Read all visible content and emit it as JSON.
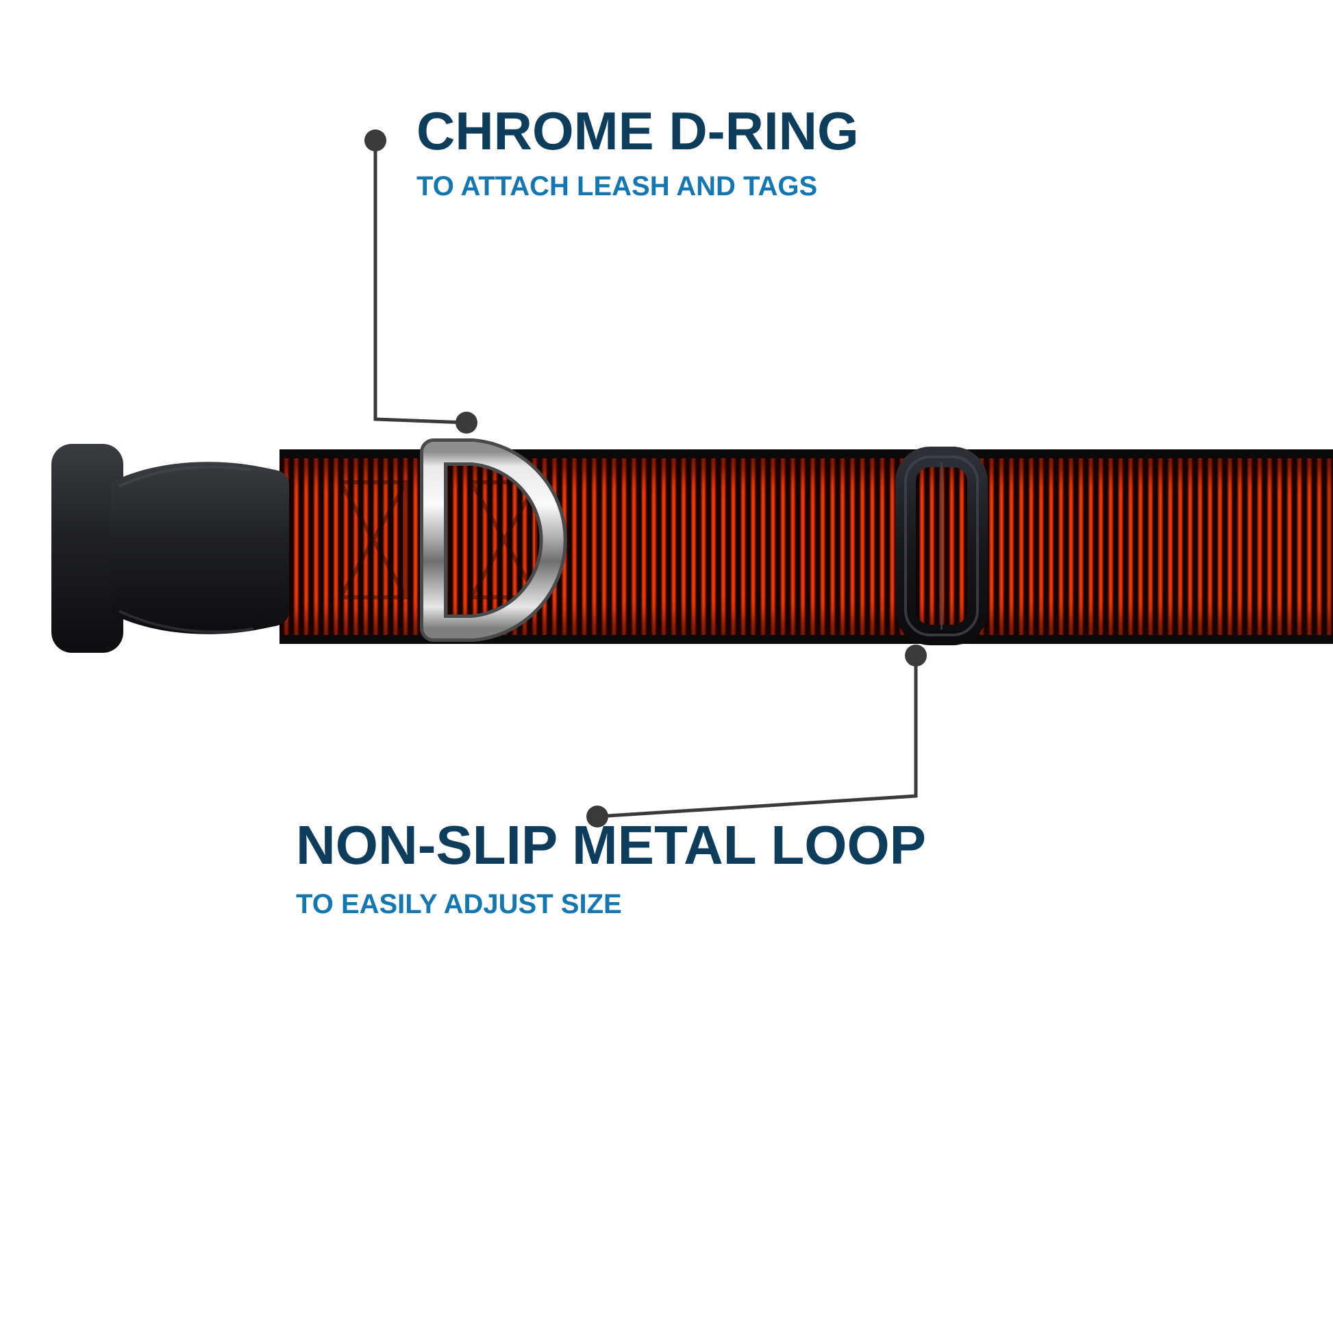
{
  "page": {
    "background": "#ffffff",
    "description_visible_parts": "dog collar with buckle, chrome d-ring and metal loop slider"
  },
  "colors": {
    "heading": "#0e3d5c",
    "subheading": "#1577b2",
    "callout_line": "#3a3a3a",
    "webbing_red": "#cf2a03",
    "webbing_dark": "#140300",
    "hardware_black": "#1b1c20",
    "chrome_silver": "#c9c9c9"
  },
  "callouts": [
    {
      "title": "CHROME D-RING",
      "subtitle": "TO ATTACH LEASH AND TAGS"
    },
    {
      "title": "NON-SLIP METAL LOOP",
      "subtitle": "TO EASILY ADJUST SIZE"
    }
  ]
}
